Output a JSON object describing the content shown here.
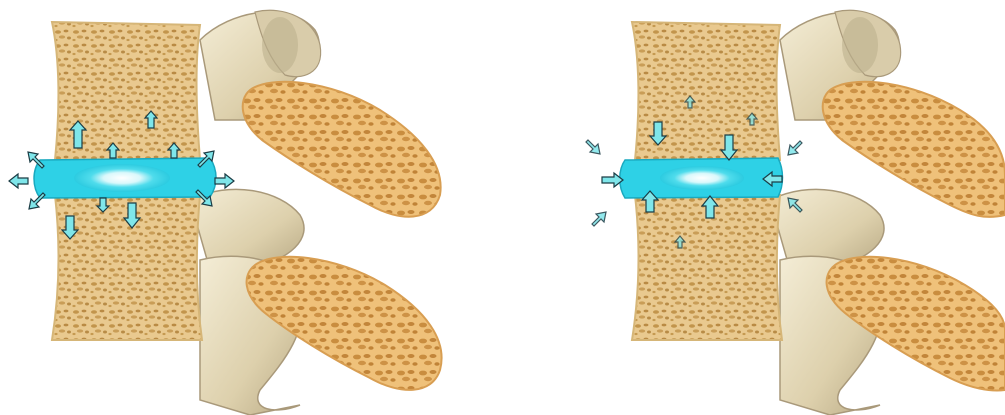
{
  "figure": {
    "panels": [
      {
        "id": "left",
        "arrow_state": "outward",
        "arrows": [
          "up-arrow",
          "down-arrow",
          "left-arrow",
          "right-arrow",
          "diagonal-arrow"
        ]
      },
      {
        "id": "right",
        "arrow_state": "inward",
        "arrows": [
          "up-arrow",
          "down-arrow",
          "left-arrow",
          "right-arrow",
          "diagonal-arrow"
        ]
      }
    ],
    "colors": {
      "bone_body": "#e8c98d",
      "bone_pores": "#c79a4f",
      "bone_posterior": "#e6dcc0",
      "bone_shadow": "#b9ab8a",
      "disc": "#2ed1e6",
      "nucleus": "#e8fbff",
      "arrow": "#7fe6ea",
      "arrow_outline": "#1b3c45"
    }
  }
}
